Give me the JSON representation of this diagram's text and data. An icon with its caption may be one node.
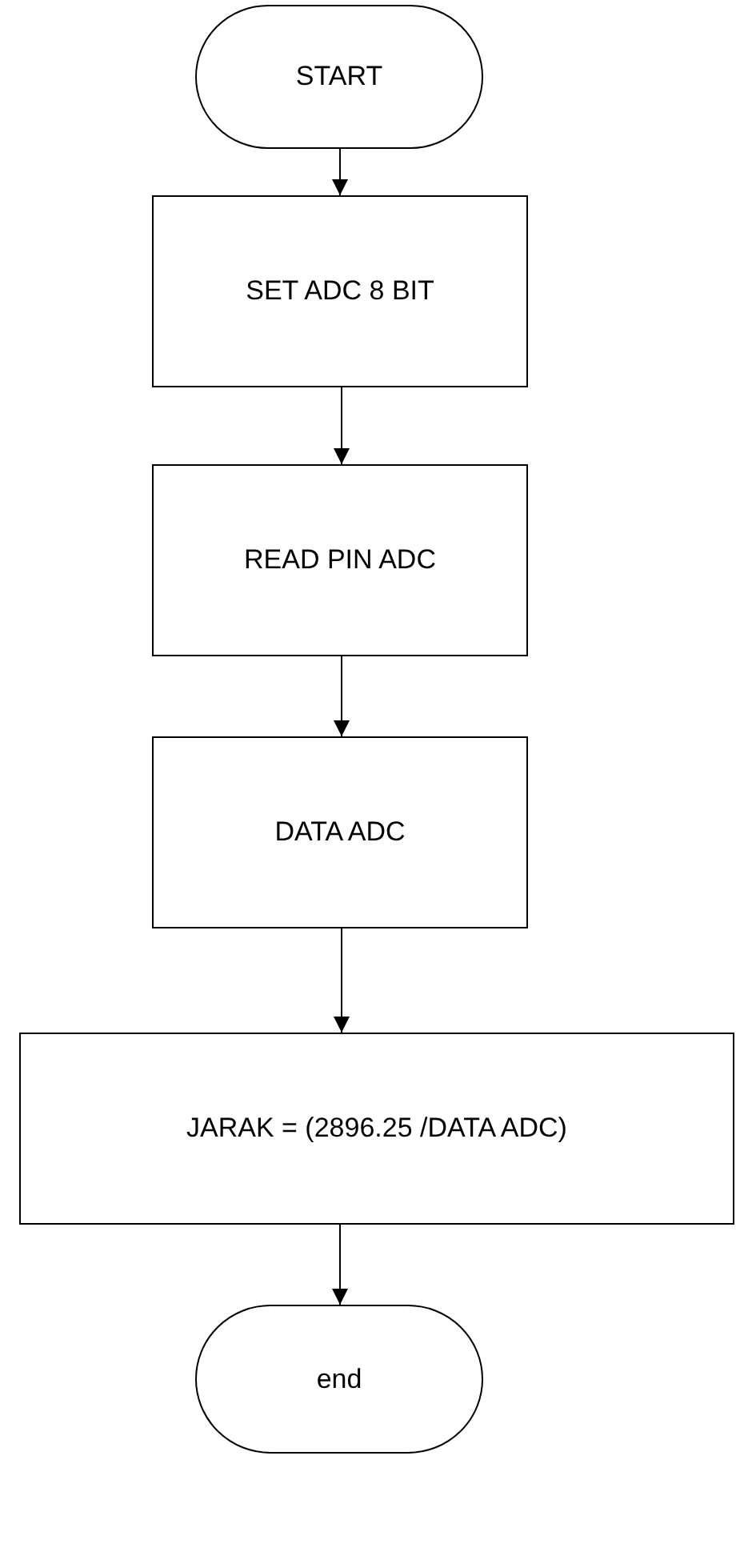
{
  "diagram": {
    "nodes": [
      {
        "text": [
          "START"
        ]
      },
      {
        "text": [
          "SET ADC 8 BIT"
        ]
      },
      {
        "text": [
          "READ PIN ADC"
        ]
      },
      {
        "text": [
          "DATA ADC"
        ]
      },
      {
        "text": [
          "JARAK = (2896.25 /DATA ADC)"
        ]
      },
      {
        "text": [
          "end"
        ]
      }
    ],
    "edges": [
      {
        "from": 0,
        "to": 1,
        "arrow": "to"
      },
      {
        "from": 1,
        "to": 2,
        "arrow": "to"
      },
      {
        "from": 2,
        "to": 3,
        "arrow": "to"
      },
      {
        "from": 3,
        "to": 4,
        "arrow": "to"
      },
      {
        "from": 4,
        "to": 5,
        "arrow": "to"
      }
    ]
  }
}
